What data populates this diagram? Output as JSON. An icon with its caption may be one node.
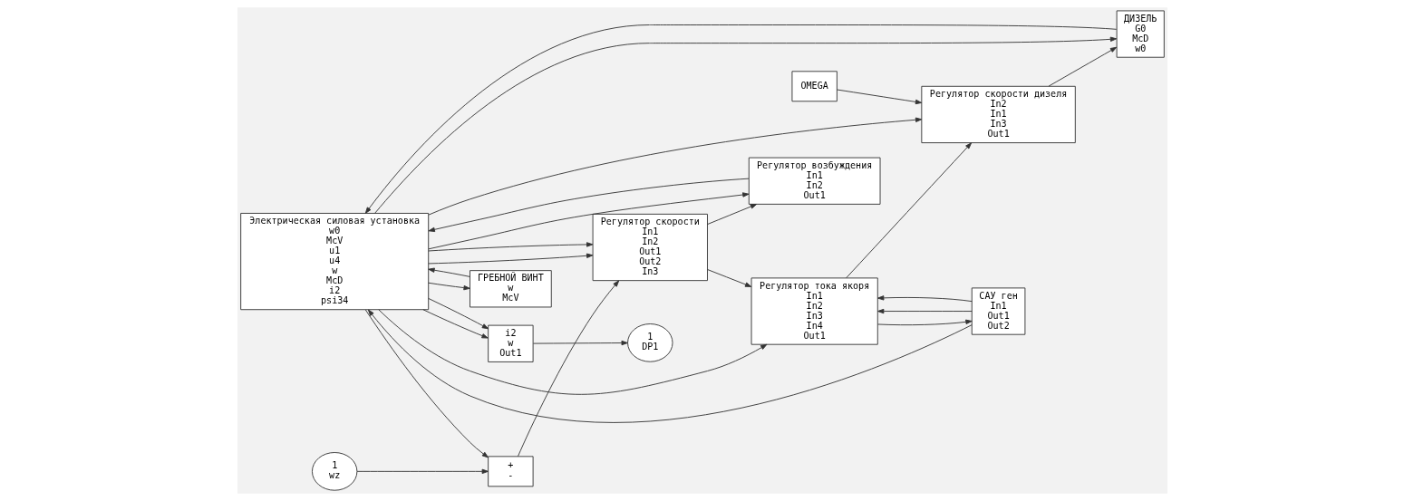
{
  "diagram": {
    "nodes": [
      {
        "text": [
          "Электрическая силовая установка",
          "w0",
          "McV",
          "u1",
          "u4",
          "w",
          "McD",
          "i2",
          "psi34"
        ]
      },
      {
        "text": [
          "ГРЕБНОЙ ВИНТ",
          "w",
          "McV"
        ]
      },
      {
        "text": [
          "i2",
          "w",
          "Out1"
        ]
      },
      {
        "text": [
          "1",
          "DP1"
        ]
      },
      {
        "text": [
          "САУ ген",
          "In1",
          "Out1",
          "Out2"
        ]
      },
      {
        "text": [
          "Регулятор тока якоря",
          "In1",
          "In2",
          "In3",
          "In4",
          "Out1"
        ]
      },
      {
        "text": [
          "OMEGA"
        ]
      },
      {
        "text": [
          "Регулятор скорости дизеля",
          "In2",
          "In1",
          "In3",
          "Out1"
        ]
      },
      {
        "text": [
          "ДИЗЕЛЬ",
          "G0",
          "McD",
          "w0"
        ]
      },
      {
        "text": [
          "+",
          "-"
        ]
      },
      {
        "text": [
          "Регулятор скорости",
          "In1",
          "In2",
          "Out1",
          "Out2",
          "In3"
        ]
      },
      {
        "text": [
          "Регулятор возбуждения",
          "In1",
          "In2",
          "Out1"
        ]
      },
      {
        "text": [
          "1",
          "wz"
        ]
      }
    ],
    "edges": [
      {
        "from": 0,
        "to": 1,
        "arrow": "to"
      },
      {
        "from": 0,
        "to": 2,
        "arrow": "to"
      },
      {
        "from": 0,
        "to": 9,
        "arrow": "to"
      },
      {
        "from": 0,
        "to": 10,
        "arrow": "to"
      },
      {
        "from": 0,
        "to": 7,
        "arrow": "to"
      },
      {
        "from": 0,
        "to": 2,
        "arrow": "to"
      },
      {
        "from": 0,
        "to": 5,
        "arrow": "to"
      },
      {
        "from": 0,
        "to": 10,
        "arrow": "to"
      },
      {
        "from": 0,
        "to": 8,
        "arrow": "to"
      },
      {
        "from": 0,
        "to": 11,
        "arrow": "to"
      },
      {
        "from": 1,
        "to": 0,
        "arrow": "to"
      },
      {
        "from": 4,
        "to": 0,
        "arrow": "to"
      },
      {
        "from": 8,
        "to": 0,
        "arrow": "to"
      },
      {
        "from": 11,
        "to": 0,
        "arrow": "to"
      },
      {
        "from": 5,
        "to": 7,
        "arrow": "to"
      },
      {
        "from": 5,
        "to": 4,
        "arrow": "to"
      },
      {
        "from": 4,
        "to": 5,
        "arrow": "to"
      },
      {
        "from": 4,
        "to": 5,
        "arrow": "to"
      },
      {
        "from": 10,
        "to": 11,
        "arrow": "to"
      },
      {
        "from": 10,
        "to": 5,
        "arrow": "to"
      },
      {
        "from": 6,
        "to": 7,
        "arrow": "to"
      },
      {
        "from": 7,
        "to": 8,
        "arrow": "to"
      },
      {
        "from": 2,
        "to": 3,
        "arrow": "to"
      },
      {
        "from": 12,
        "to": 9,
        "arrow": "to"
      },
      {
        "from": 9,
        "to": 10,
        "arrow": "to"
      }
    ]
  }
}
